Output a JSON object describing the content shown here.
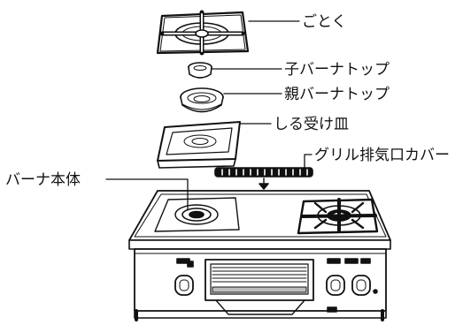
{
  "labels": {
    "grate": "ごとく",
    "small_burner_top": "子バーナトップ",
    "main_burner_top": "親バーナトップ",
    "drip_tray": "しる受け皿",
    "grill_vent_cover": "グリル排気口カバー",
    "burner_body": "バーナ本体"
  },
  "colors": {
    "ink": "#111111",
    "paper": "#ffffff",
    "shade": "#bdbdbd"
  }
}
